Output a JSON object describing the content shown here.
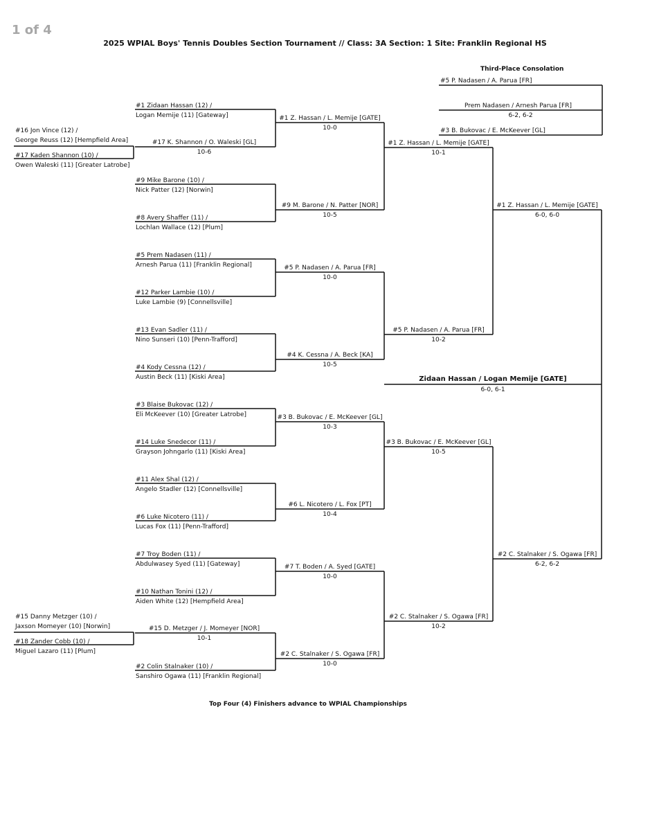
{
  "page": {
    "page_label": "1 of 4"
  },
  "header": {
    "title": "2025 WPIAL Boys' Tennis Doubles Section Tournament  //  Class: 3A   Section: 1   Site: Franklin Regional HS"
  },
  "consolation": {
    "title": "Third-Place Consolation",
    "top_team": "#5 P. Nadasen / A. Parua [FR]",
    "bottom_team": "#3 B. Bukovac / E. McKeever [GL]",
    "winner": "Prem Nadasen / Arnesh Parua [FR]",
    "score": "6-2, 6-2"
  },
  "bracket": {
    "play_in": [
      {
        "line1": "#16 Jon Vince (12) /",
        "line2": "George Reuss (12) [Hempfield Area]"
      },
      {
        "line1": "#17 Kaden Shannon (10) /",
        "line2": "Owen Waleski (11) [Greater Latrobe]"
      },
      {
        "line1": "#15 Danny Metzger (10) /",
        "line2": "Jaxson Momeyer (10) [Norwin]"
      },
      {
        "line1": "#18 Zander Cobb (10) /",
        "line2": "Miguel Lazaro (11) [Plum]"
      }
    ],
    "play_in_results": [
      {
        "team": "#17 K. Shannon / O. Waleski [GL]",
        "score": "10-6"
      },
      {
        "team": "#15 D. Metzger / J. Momeyer [NOR]",
        "score": "10-1"
      }
    ],
    "first_round": [
      {
        "line1": "#1 Zidaan Hassan (12) /",
        "line2": "Logan Memije (11) [Gateway]"
      },
      {
        "line1": "#9 Mike Barone (10) /",
        "line2": "Nick Patter (12) [Norwin]"
      },
      {
        "line1": "#8 Avery Shaffer (11) /",
        "line2": "Lochlan Wallace (12) [Plum]"
      },
      {
        "line1": "#5 Prem Nadasen (11) /",
        "line2": "Arnesh Parua (11) [Franklin Regional]"
      },
      {
        "line1": "#12 Parker Lambie (10) /",
        "line2": "Luke Lambie (9) [Connellsville]"
      },
      {
        "line1": "#13 Evan Sadler (11) /",
        "line2": "Nino Sunseri (10) [Penn-Trafford]"
      },
      {
        "line1": "#4 Kody Cessna (12) /",
        "line2": "Austin Beck (11) [Kiski Area]"
      },
      {
        "line1": "#3 Blaise Bukovac (12) /",
        "line2": "Eli McKeever (10) [Greater Latrobe]"
      },
      {
        "line1": "#14 Luke Snedecor (11) /",
        "line2": "Grayson Johngarlo (11) [Kiski Area]"
      },
      {
        "line1": "#11 Alex Shal (12) /",
        "line2": "Angelo Stadler (12) [Connellsville]"
      },
      {
        "line1": "#6 Luke Nicotero (11) /",
        "line2": "Lucas Fox (11) [Penn-Trafford]"
      },
      {
        "line1": "#7 Troy Boden (11) /",
        "line2": "Abdulwasey Syed (11) [Gateway]"
      },
      {
        "line1": "#10 Nathan Tonini (12) /",
        "line2": "Aiden White (12) [Hempfield Area]"
      },
      {
        "line1": "#2 Colin Stalnaker (10) /",
        "line2": "Sanshiro Ogawa (11) [Franklin Regional]"
      }
    ],
    "round2": [
      {
        "team": "#1 Z. Hassan / L. Memije [GATE]",
        "score": "10-0"
      },
      {
        "team": "#9 M. Barone / N. Patter [NOR]",
        "score": "10-5"
      },
      {
        "team": "#5 P. Nadasen / A. Parua [FR]",
        "score": "10-0"
      },
      {
        "team": "#4 K. Cessna / A. Beck [KA]",
        "score": "10-5"
      },
      {
        "team": "#3 B. Bukovac / E. McKeever [GL]",
        "score": "10-3"
      },
      {
        "team": "#6 L. Nicotero / L. Fox [PT]",
        "score": "10-4"
      },
      {
        "team": "#7 T. Boden / A. Syed [GATE]",
        "score": "10-0"
      },
      {
        "team": "#2 C. Stalnaker / S. Ogawa [FR]",
        "score": "10-0"
      }
    ],
    "quarterfinals": [
      {
        "team": "#1 Z. Hassan / L. Memije [GATE]",
        "score": "10-1"
      },
      {
        "team": "#5 P. Nadasen / A. Parua [FR]",
        "score": "10-2"
      },
      {
        "team": "#3 B. Bukovac / E. McKeever [GL]",
        "score": "10-5"
      },
      {
        "team": "#2 C. Stalnaker / S. Ogawa [FR]",
        "score": "10-2"
      }
    ],
    "semifinals": [
      {
        "team": "#1 Z. Hassan / L. Memije [GATE]",
        "score": "6-0, 6-0"
      },
      {
        "team": "#2 C. Stalnaker / S. Ogawa [FR]",
        "score": "6-2, 6-2"
      }
    ],
    "champion": {
      "team": "Zidaan Hassan / Logan Memije [GATE]",
      "score": "6-0, 6-1"
    }
  },
  "footer": {
    "note": "Top Four (4) Finishers advance to WPIAL Championships"
  }
}
